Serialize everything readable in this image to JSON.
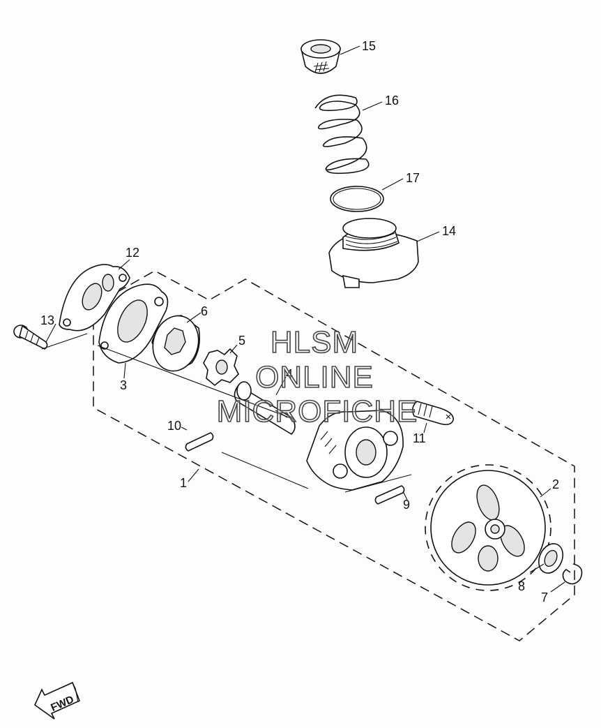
{
  "callouts": {
    "c1": "1",
    "c2": "2",
    "c3": "3",
    "c4": "4",
    "c5": "5",
    "c6": "6",
    "c7": "7",
    "c8": "8",
    "c9": "9",
    "c10": "10",
    "c11": "11",
    "c12": "12",
    "c13": "13",
    "c14": "14",
    "c15": "15",
    "c16": "16",
    "c17": "17"
  },
  "watermark": {
    "line1": "HLSM",
    "line2": "ONLINE",
    "line3": "MICROFICHE"
  },
  "fwd_label": "FWD"
}
